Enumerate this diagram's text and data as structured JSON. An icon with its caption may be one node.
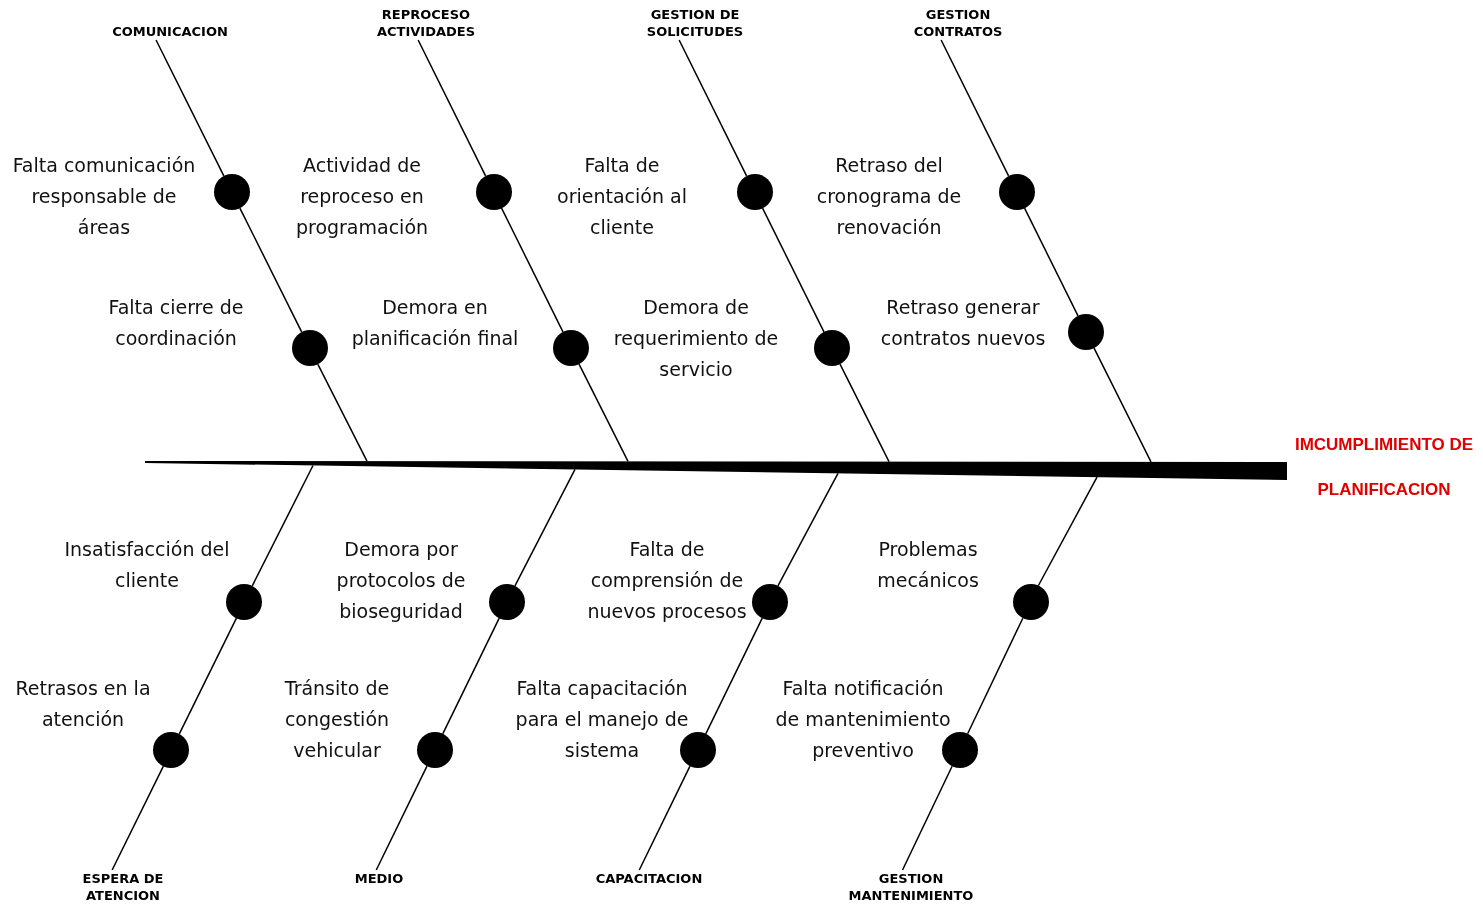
{
  "diagram": {
    "nodes": [
      {
        "text": [
          "COMUNICACION"
        ]
      },
      {
        "text": [],
        "shape": "circle",
        "beside": [
          "Falta comunicación responsable de áreas"
        ]
      },
      {
        "text": [],
        "shape": "circle",
        "beside": [
          "Falta cierre de coordinación"
        ]
      },
      {
        "text": [
          "REPROCESO ACTIVIDADES"
        ]
      },
      {
        "text": [],
        "shape": "circle",
        "beside": [
          "Actividad de reproceso en programación"
        ]
      },
      {
        "text": [],
        "shape": "circle",
        "beside": [
          "Demora en planificación final"
        ]
      },
      {
        "text": [
          "GESTION DE SOLICITUDES"
        ]
      },
      {
        "text": [],
        "shape": "circle",
        "beside": [
          "Falta de orientación al cliente"
        ]
      },
      {
        "text": [],
        "shape": "circle",
        "beside": [
          "Demora de requerimiento de servicio"
        ]
      },
      {
        "text": [
          "GESTION CONTRATOS"
        ]
      },
      {
        "text": [],
        "shape": "circle",
        "beside": [
          "Retraso del cronograma de renovación"
        ]
      },
      {
        "text": [],
        "shape": "circle",
        "beside": [
          "Retraso generar contratos nuevos"
        ]
      },
      {
        "text": [],
        "shape": "bar",
        "beside": [
          "IMCUMPLIMIENTO DE PLANIFICACION"
        ]
      },
      {
        "text": [],
        "shape": "circle",
        "beside": [
          "Insatisfacción del cliente"
        ]
      },
      {
        "text": [],
        "shape": "circle",
        "beside": [
          "Retrasos en la atención"
        ]
      },
      {
        "text": [
          "ESPERA DE ATENCION"
        ]
      },
      {
        "text": [],
        "shape": "circle",
        "beside": [
          "Demora por protocolos de bioseguridad"
        ]
      },
      {
        "text": [],
        "shape": "circle",
        "beside": [
          "Tránsito de congestión vehicular"
        ]
      },
      {
        "text": [
          "MEDIO"
        ]
      },
      {
        "text": [],
        "shape": "circle",
        "beside": [
          "Falta de comprensión de nuevos procesos"
        ]
      },
      {
        "text": [],
        "shape": "circle",
        "beside": [
          "Falta capacitación para el manejo de sistema"
        ]
      },
      {
        "text": [
          "CAPACITACION"
        ]
      },
      {
        "text": [],
        "shape": "circle",
        "beside": [
          "Problemas mecánicos"
        ]
      },
      {
        "text": [],
        "shape": "circle",
        "beside": [
          "Falta notificación de mantenimiento preventivo"
        ]
      },
      {
        "text": [
          "GESTION MANTENIMIENTO"
        ]
      }
    ],
    "edges": [
      {
        "from": 0,
        "to": 1,
        "arrow": "none"
      },
      {
        "from": 1,
        "to": 2,
        "arrow": "none"
      },
      {
        "from": 2,
        "to": 12,
        "arrow": "none"
      },
      {
        "from": 3,
        "to": 4,
        "arrow": "none"
      },
      {
        "from": 4,
        "to": 5,
        "arrow": "none"
      },
      {
        "from": 5,
        "to": 12,
        "arrow": "none"
      },
      {
        "from": 6,
        "to": 7,
        "arrow": "none"
      },
      {
        "from": 7,
        "to": 8,
        "arrow": "none"
      },
      {
        "from": 8,
        "to": 12,
        "arrow": "none"
      },
      {
        "from": 9,
        "to": 10,
        "arrow": "none"
      },
      {
        "from": 10,
        "to": 11,
        "arrow": "none"
      },
      {
        "from": 11,
        "to": 12,
        "arrow": "none"
      },
      {
        "from": 12,
        "to": 13,
        "arrow": "none"
      },
      {
        "from": 13,
        "to": 14,
        "arrow": "none"
      },
      {
        "from": 14,
        "to": 15,
        "arrow": "none"
      },
      {
        "from": 12,
        "to": 16,
        "arrow": "none"
      },
      {
        "from": 16,
        "to": 17,
        "arrow": "none"
      },
      {
        "from": 17,
        "to": 18,
        "arrow": "none"
      },
      {
        "from": 12,
        "to": 19,
        "arrow": "none"
      },
      {
        "from": 19,
        "to": 20,
        "arrow": "none"
      },
      {
        "from": 20,
        "to": 21,
        "arrow": "none"
      },
      {
        "from": 12,
        "to": 22,
        "arrow": "none"
      },
      {
        "from": 22,
        "to": 23,
        "arrow": "none"
      },
      {
        "from": 23,
        "to": 24,
        "arrow": "none"
      }
    ]
  }
}
